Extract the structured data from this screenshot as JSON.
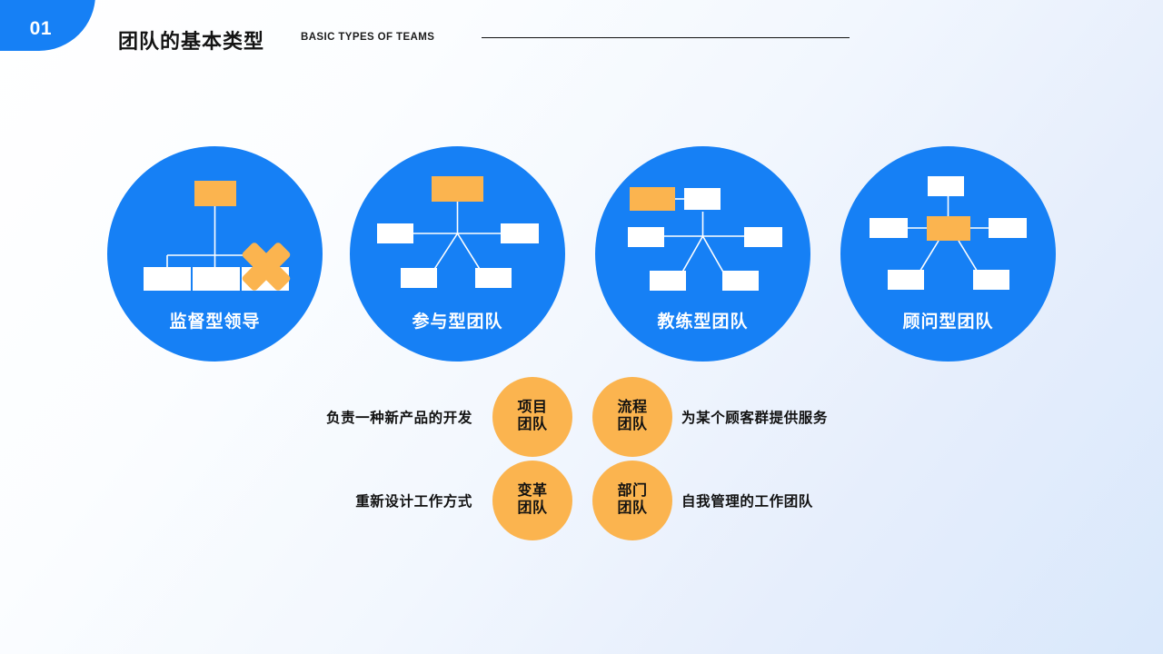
{
  "theme": {
    "blue": "#1680f5",
    "orange": "#fbb44f",
    "white": "#ffffff",
    "text_dark": "#111111",
    "bg_from": "#ffffff",
    "bg_to": "#d9e8fb"
  },
  "header": {
    "number": "01",
    "title": "团队的基本类型",
    "subtitle": "BASIC TYPES OF TEAMS"
  },
  "circles": [
    {
      "label": "监督型领导",
      "diagram": "supervisory"
    },
    {
      "label": "参与型团队",
      "diagram": "participative"
    },
    {
      "label": "教练型团队",
      "diagram": "coaching"
    },
    {
      "label": "顾问型团队",
      "diagram": "advisory"
    }
  ],
  "info_rows": [
    {
      "left_text": "负责一种新产品的开发",
      "left_bubble_line1": "项目",
      "left_bubble_line2": "团队",
      "right_bubble_line1": "流程",
      "right_bubble_line2": "团队",
      "right_text": "为某个顾客群提供服务"
    },
    {
      "left_text": "重新设计工作方式",
      "left_bubble_line1": "变革",
      "left_bubble_line2": "团队",
      "right_bubble_line1": "部门",
      "right_bubble_line2": "团队",
      "right_text": "自我管理的工作团队"
    }
  ]
}
